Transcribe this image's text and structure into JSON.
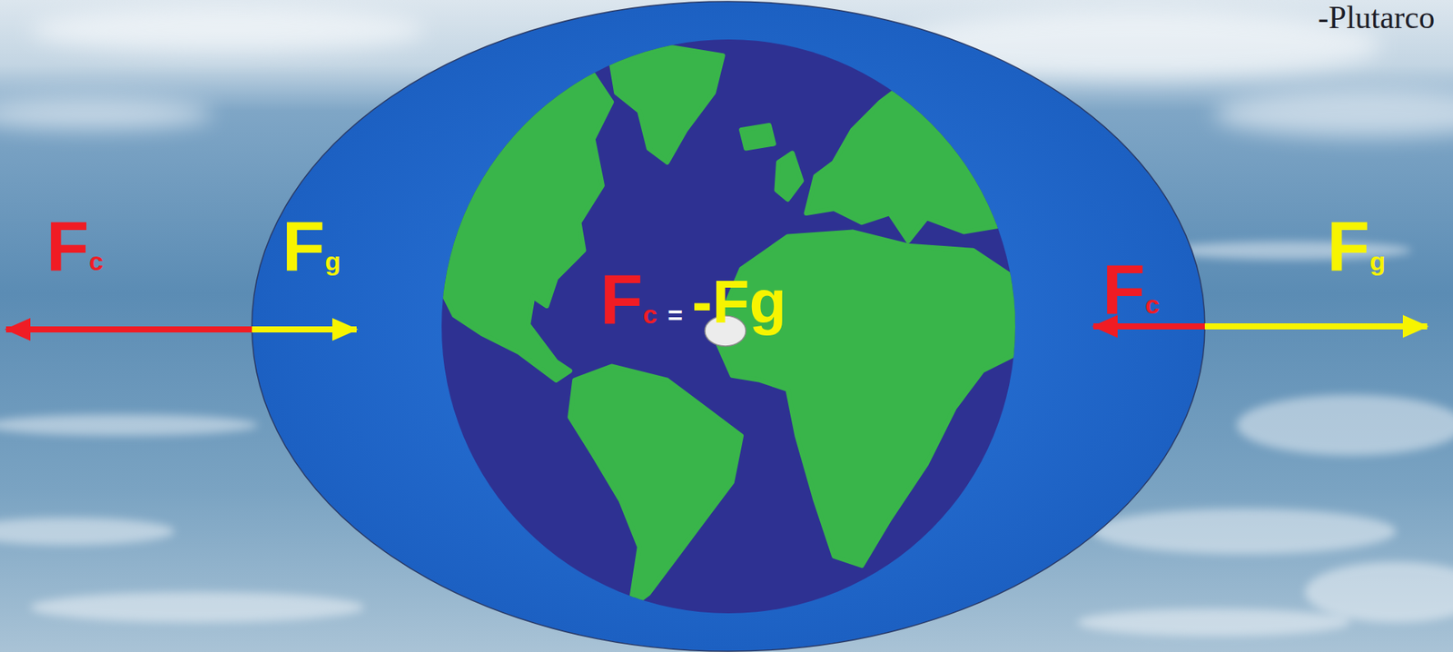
{
  "diagram": {
    "labels": [
      "-Plutarco",
      "Fc",
      "Fg",
      "Fc",
      "=",
      "-Fg",
      "Fc",
      "Fg"
    ]
  }
}
